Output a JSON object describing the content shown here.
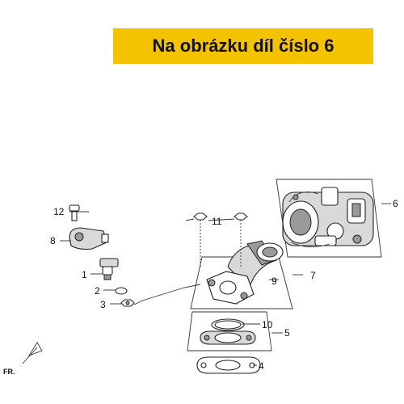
{
  "banner": {
    "text": "Na obrázku díl číslo 6"
  },
  "callouts": {
    "c1": "1",
    "c2": "2",
    "c3": "3",
    "c4": "4",
    "c5": "5",
    "c6": "6",
    "c7": "7",
    "c8": "8",
    "c9": "9",
    "c10": "10",
    "c11": "11",
    "c12": "12"
  },
  "direction": {
    "label": "FR."
  },
  "colors": {
    "banner_bg": "#f5c200",
    "banner_text": "#111111"
  }
}
